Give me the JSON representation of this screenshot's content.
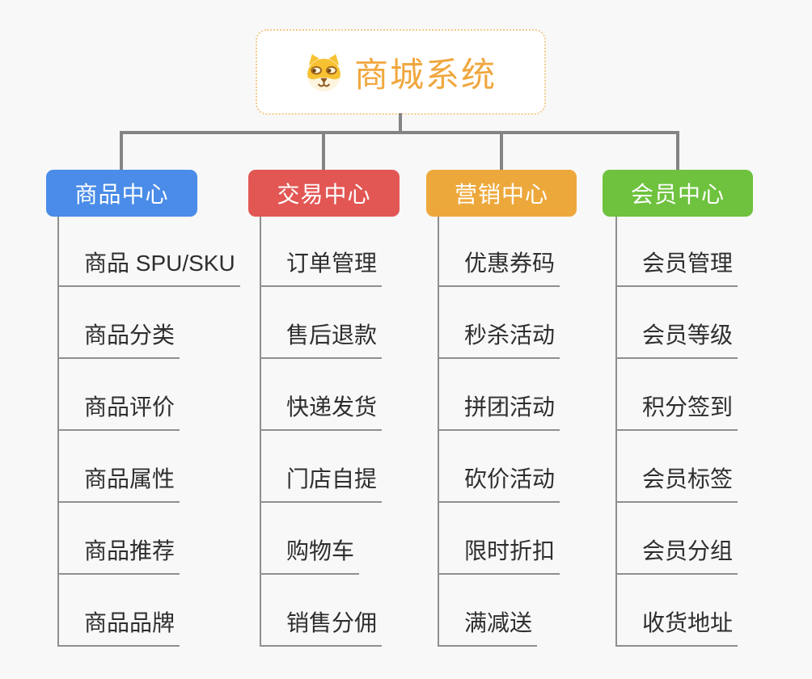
{
  "root": {
    "title": "商城系统",
    "icon": "dog-face-icon"
  },
  "branches": [
    {
      "id": "product-center",
      "label": "商品中心",
      "color": "#4a8ce8",
      "items": [
        "商品 SPU/SKU",
        "商品分类",
        "商品评价",
        "商品属性",
        "商品推荐",
        "商品品牌"
      ]
    },
    {
      "id": "trade-center",
      "label": "交易中心",
      "color": "#e25754",
      "items": [
        "订单管理",
        "售后退款",
        "快递发货",
        "门店自提",
        "购物车",
        "销售分佣"
      ]
    },
    {
      "id": "marketing-center",
      "label": "营销中心",
      "color": "#eda83c",
      "items": [
        "优惠券码",
        "秒杀活动",
        "拼团活动",
        "砍价活动",
        "限时折扣",
        "满减送"
      ]
    },
    {
      "id": "member-center",
      "label": "会员中心",
      "color": "#6ec23e",
      "items": [
        "会员管理",
        "会员等级",
        "积分签到",
        "会员标签",
        "会员分组",
        "收货地址"
      ]
    }
  ],
  "colors": {
    "background": "#f8f8f8",
    "connector": "#848484",
    "underline": "#8f8f8f",
    "root_text": "#f0a73e",
    "root_border": "#f2c98a",
    "item_text": "#2e2e2e"
  }
}
